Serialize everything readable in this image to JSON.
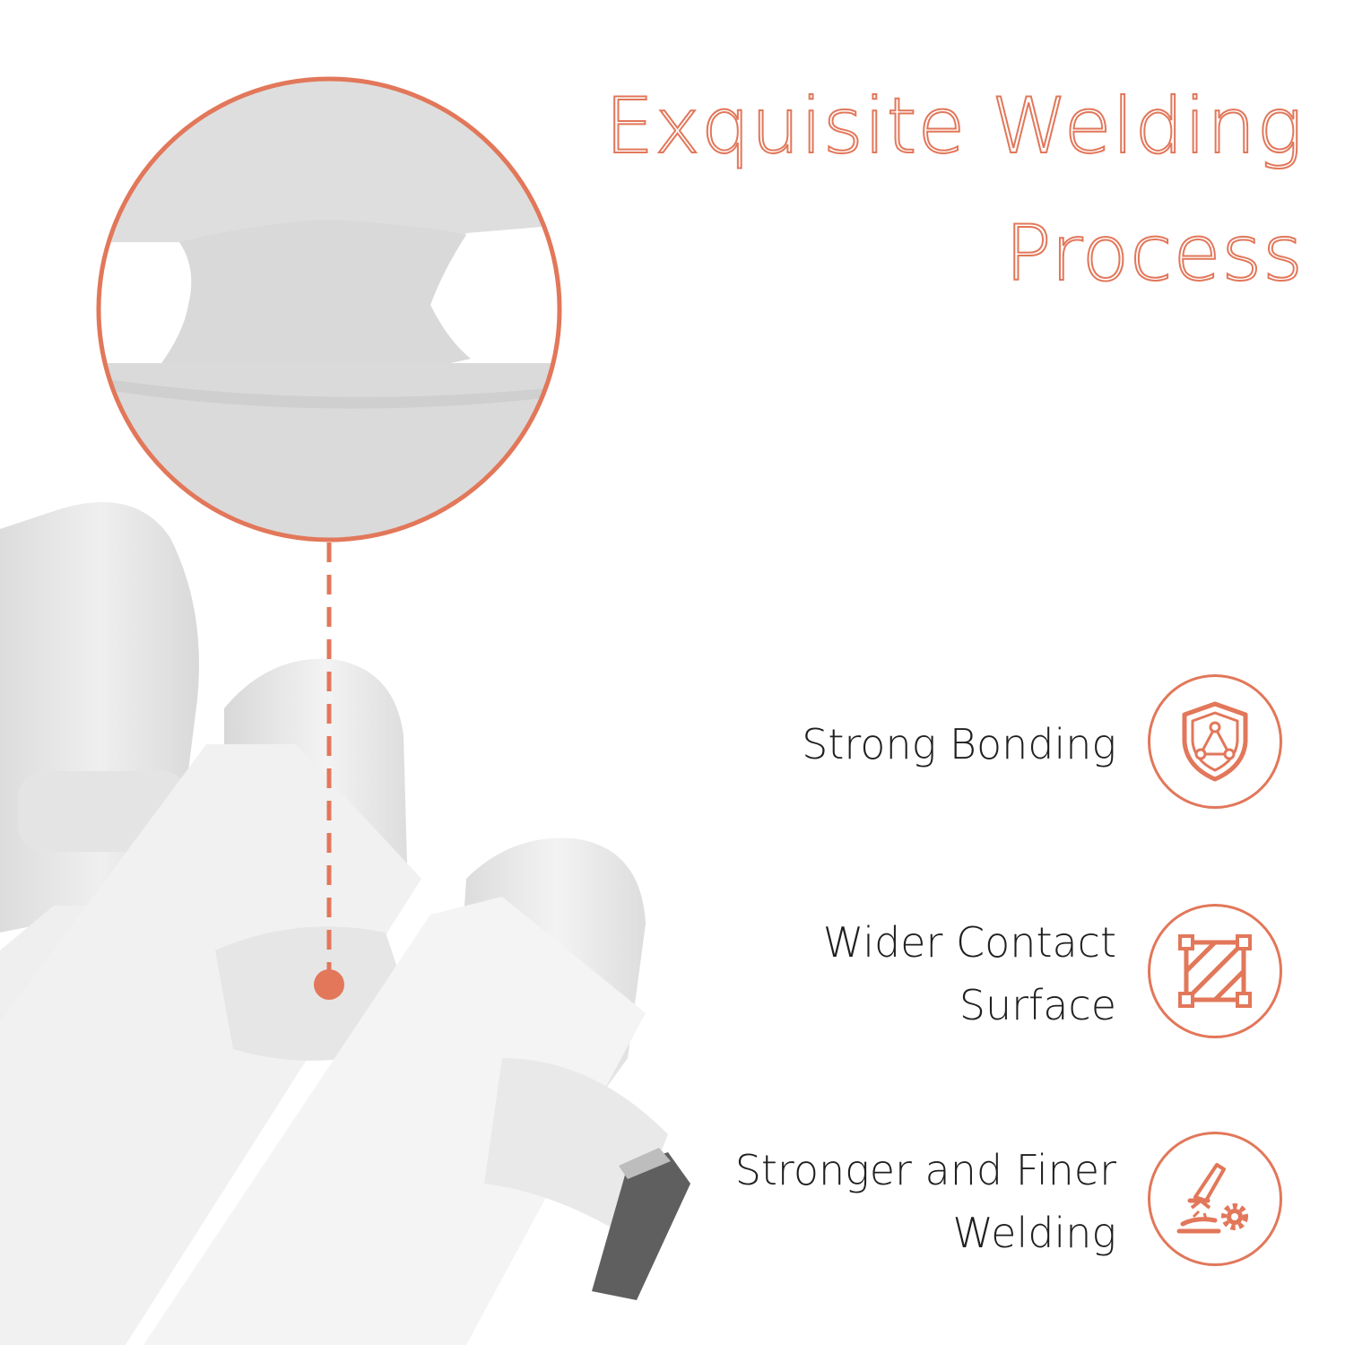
{
  "title": {
    "line1": "Exquisite Welding",
    "line2": "Process"
  },
  "features": [
    {
      "label_line1": "Strong Bonding",
      "label_line2": "",
      "icon": "shield-network-icon"
    },
    {
      "label_line1": "Wider Contact",
      "label_line2": "Surface",
      "icon": "surface-grid-icon"
    },
    {
      "label_line1": "Stronger and Finer",
      "label_line2": "Welding",
      "icon": "welding-gear-icon"
    }
  ],
  "colors": {
    "accent": "#e2775a",
    "text": "#1f1f1f",
    "background": "#ffffff",
    "product": "#e8e8e8"
  }
}
